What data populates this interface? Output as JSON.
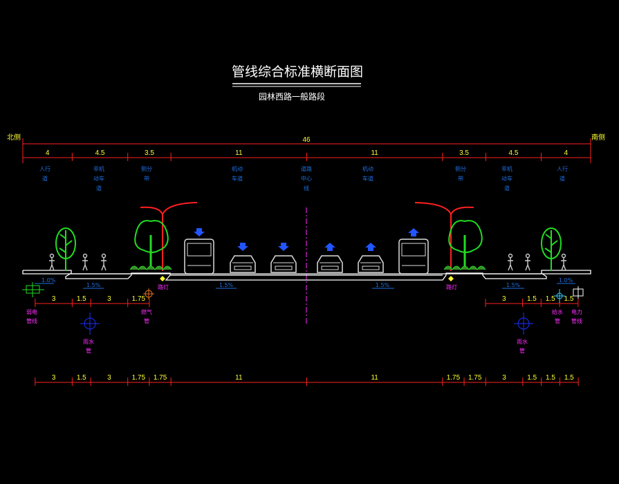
{
  "title": "管线综合标准横断面图",
  "subtitle": "园林西路一般路段",
  "side_labels": {
    "north": "北侧",
    "south": "南侧"
  },
  "total_width": "46",
  "colors": {
    "dimension": "#ff2020",
    "dim_text": "#ffff33",
    "label": "#1e6fe0",
    "pipe_label": "#ff2dff",
    "tree": "#22dd22",
    "lamp": "#ff2020",
    "arrow": "#2255ff"
  },
  "top_segments": [
    4,
    4.5,
    3.5,
    11,
    11,
    3.5,
    4.5,
    4
  ],
  "zone_labels": [
    [
      "人行",
      "道"
    ],
    [
      "非机",
      "动车",
      "道"
    ],
    [
      "侧分",
      "带"
    ],
    [
      "机动",
      "车道"
    ],
    [
      "道路",
      "中心",
      "线"
    ],
    [
      "机动",
      "车道"
    ],
    [
      "侧分",
      "带"
    ],
    [
      "非机",
      "动车",
      "道"
    ],
    [
      "人行",
      "道"
    ]
  ],
  "slopes": {
    "left_walk": "1.0%",
    "left_bike": "1.5%",
    "left_road": "1.5%",
    "right_road": "1.5%",
    "right_bike": "1.5%",
    "right_walk": "1.0%"
  },
  "lamp_labels": [
    "路灯",
    "路灯"
  ],
  "pipe_dims_left": [
    3,
    1.5,
    3,
    1.75
  ],
  "pipe_dims_right": [
    3,
    1.5,
    1.5,
    1.5
  ],
  "pipes": {
    "weak_current": [
      "弱电",
      "管线"
    ],
    "gas": [
      "燃气",
      "管"
    ],
    "rain_left": [
      "雨水",
      "管"
    ],
    "rain_right": [
      "雨水",
      "管"
    ],
    "water": [
      "给水",
      "管"
    ],
    "power": [
      "电力",
      "管线"
    ]
  },
  "bottom_dims": [
    3,
    1.5,
    3,
    1.75,
    1.75,
    11,
    11,
    1.75,
    1.75,
    3,
    1.5,
    1.5,
    1.5
  ],
  "traffic": [
    {
      "type": "bus",
      "dir": "down"
    },
    {
      "type": "car",
      "dir": "down"
    },
    {
      "type": "car",
      "dir": "down"
    },
    {
      "type": "car",
      "dir": "up"
    },
    {
      "type": "car",
      "dir": "up"
    },
    {
      "type": "bus",
      "dir": "up"
    }
  ]
}
